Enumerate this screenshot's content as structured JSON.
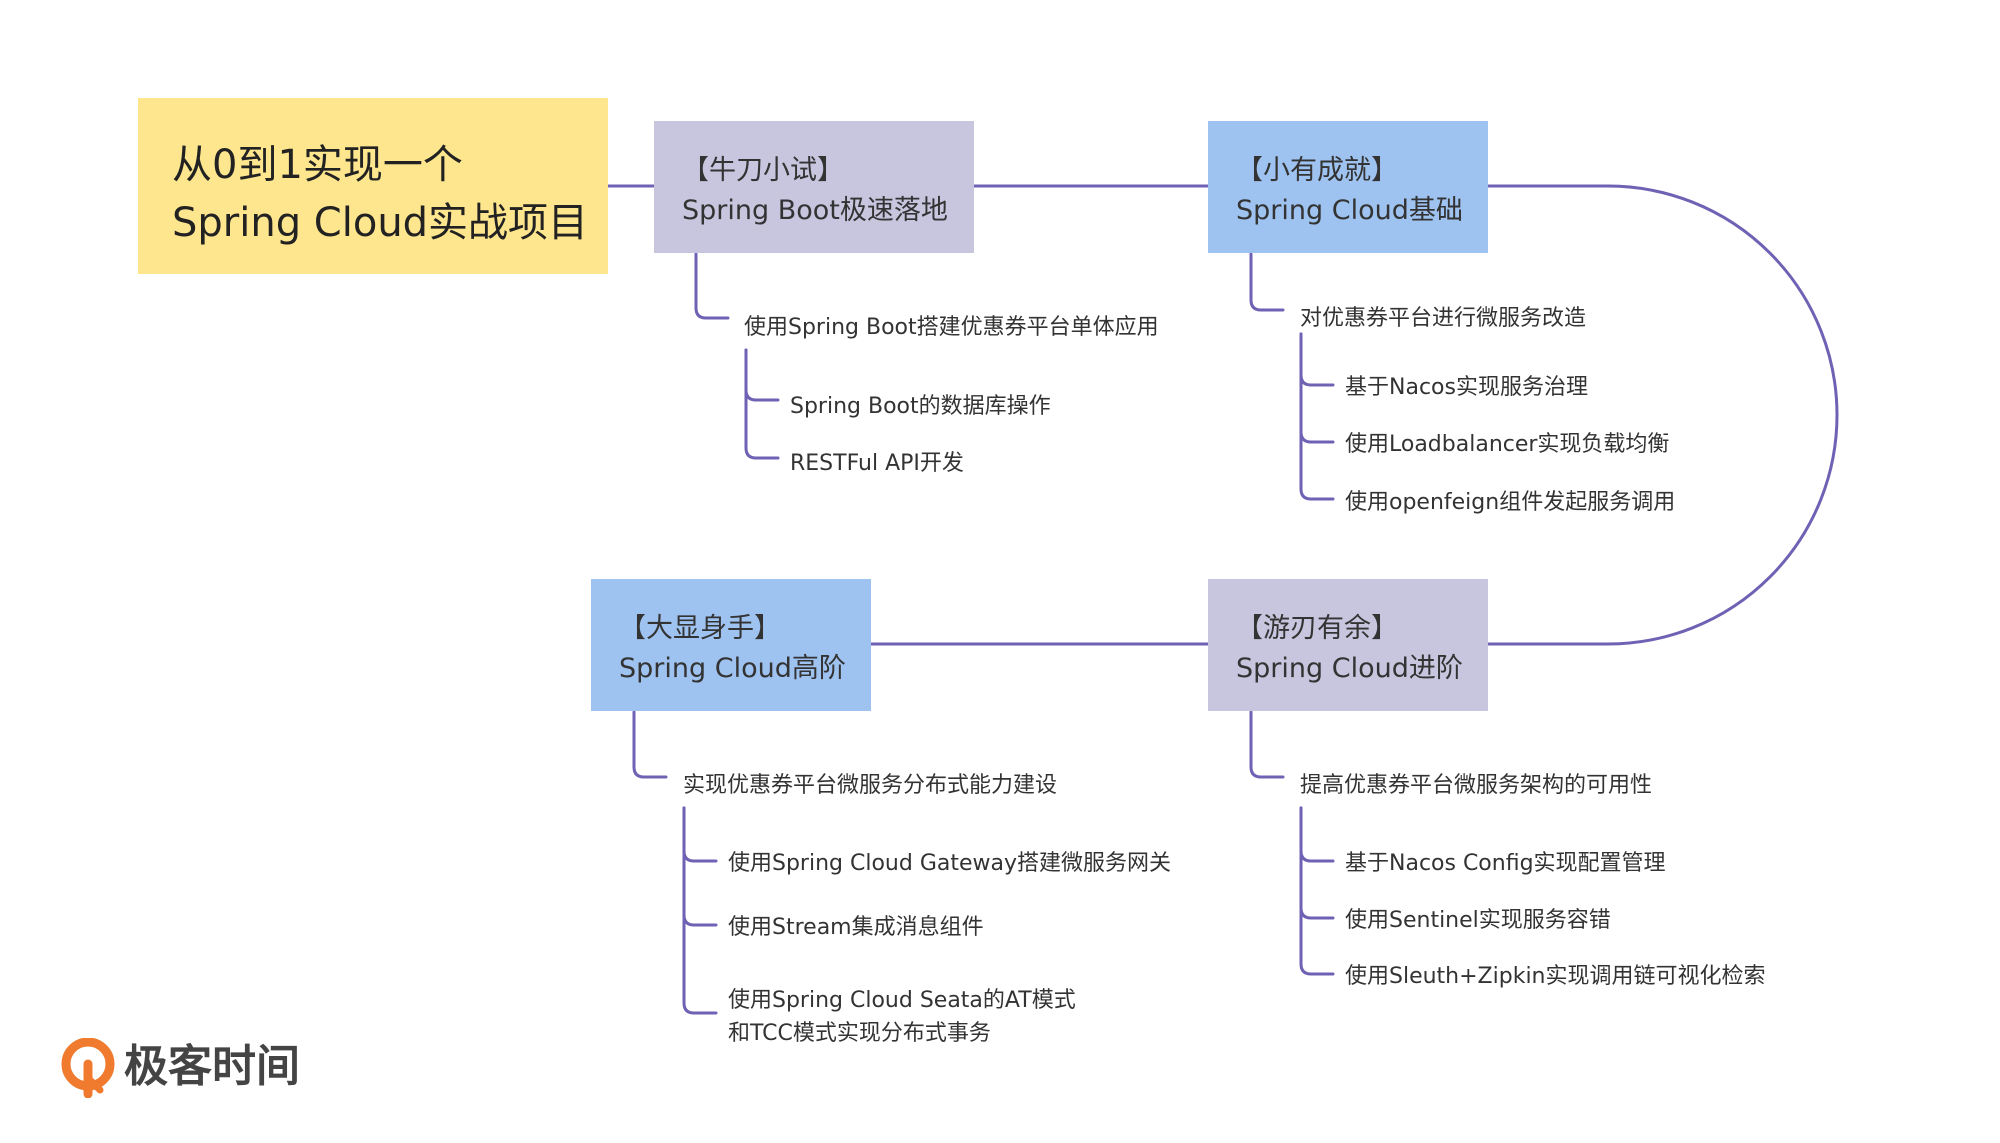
{
  "colors": {
    "line": "#6f62b4",
    "root_fill": "#fde68e",
    "purple_fill": "#c8c5df",
    "blue_fill": "#9fc3f1"
  },
  "root": {
    "line1": "从0到1实现一个",
    "line2": "Spring Cloud实战项目"
  },
  "sections": [
    {
      "title": "【牛刀小试】",
      "subtitle": "Spring Boot极速落地",
      "topic": "使用Spring Boot搭建优惠券平台单体应用",
      "items": [
        "Spring Boot的数据库操作",
        "RESTFul API开发"
      ]
    },
    {
      "title": "【小有成就】",
      "subtitle": "Spring Cloud基础",
      "topic": "对优惠券平台进行微服务改造",
      "items": [
        "基于Nacos实现服务治理",
        "使用Loadbalancer实现负载均衡",
        "使用openfeign组件发起服务调用"
      ]
    },
    {
      "title": "【游刃有余】",
      "subtitle": "Spring Cloud进阶",
      "topic": "提高优惠券平台微服务架构的可用性",
      "items": [
        "基于Nacos Config实现配置管理",
        "使用Sentinel实现服务容错",
        "使用Sleuth+Zipkin实现调用链可视化检索"
      ]
    },
    {
      "title": "【大显身手】",
      "subtitle": "Spring Cloud高阶",
      "topic": "实现优惠券平台微服务分布式能力建设",
      "items": [
        "使用Spring Cloud Gateway搭建微服务网关",
        "使用Stream集成消息组件",
        "使用Spring Cloud Seata的AT模式",
        "和TCC模式实现分布式事务"
      ]
    }
  ],
  "brand": {
    "logo_icon": "geekbang-logo-icon",
    "name": "极客时间",
    "logo_color": "#f07a2e"
  }
}
